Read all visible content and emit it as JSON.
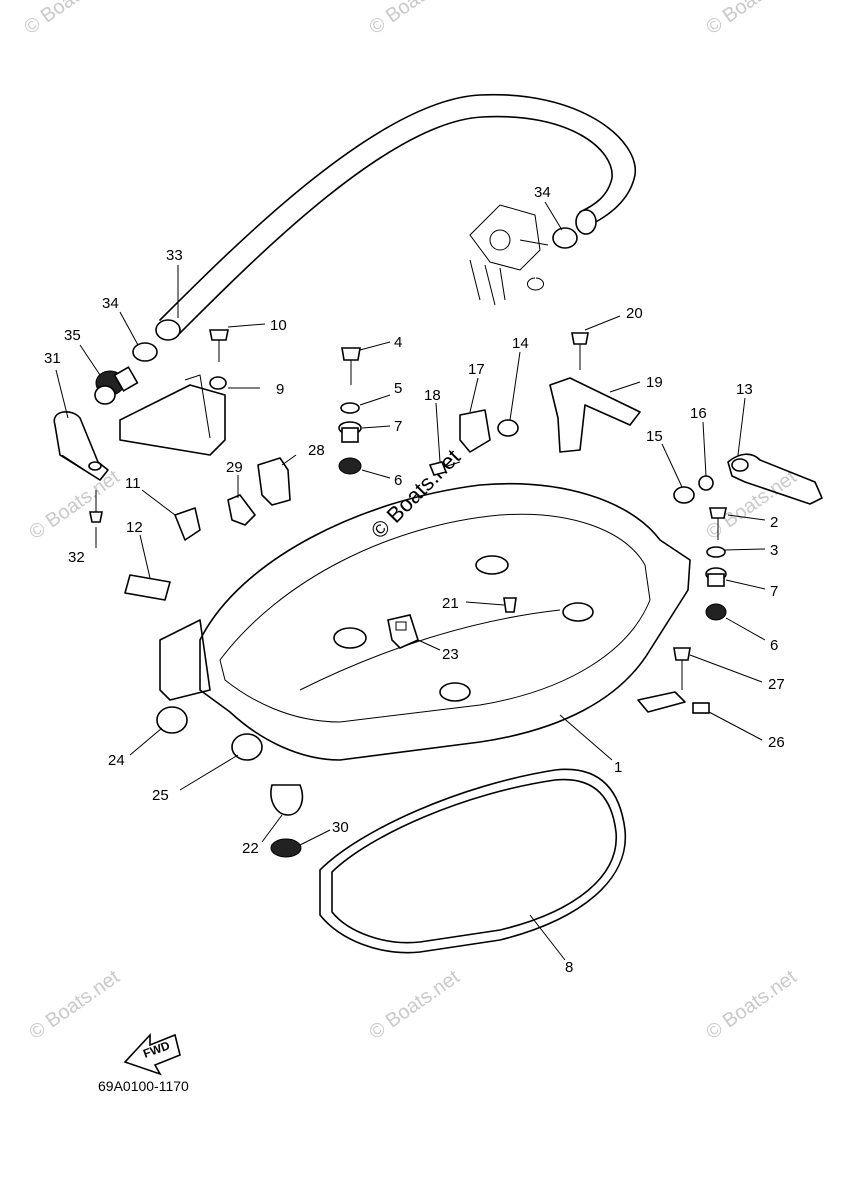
{
  "diagram": {
    "drawing_code": "69A0100-1170",
    "direction_label": "FWD",
    "watermark": "© Boats.net",
    "callouts": [
      {
        "id": "1",
        "text": "1"
      },
      {
        "id": "2",
        "text": "2"
      },
      {
        "id": "3",
        "text": "3"
      },
      {
        "id": "4",
        "text": "4"
      },
      {
        "id": "5",
        "text": "5"
      },
      {
        "id": "6a",
        "text": "6"
      },
      {
        "id": "6b",
        "text": "6"
      },
      {
        "id": "7a",
        "text": "7"
      },
      {
        "id": "7b",
        "text": "7"
      },
      {
        "id": "8",
        "text": "8"
      },
      {
        "id": "9",
        "text": "9"
      },
      {
        "id": "10",
        "text": "10"
      },
      {
        "id": "11",
        "text": "11"
      },
      {
        "id": "12",
        "text": "12"
      },
      {
        "id": "13",
        "text": "13"
      },
      {
        "id": "14",
        "text": "14"
      },
      {
        "id": "15",
        "text": "15"
      },
      {
        "id": "16",
        "text": "16"
      },
      {
        "id": "17",
        "text": "17"
      },
      {
        "id": "18",
        "text": "18"
      },
      {
        "id": "19",
        "text": "19"
      },
      {
        "id": "20",
        "text": "20"
      },
      {
        "id": "21",
        "text": "21"
      },
      {
        "id": "22",
        "text": "22"
      },
      {
        "id": "23",
        "text": "23"
      },
      {
        "id": "24",
        "text": "24"
      },
      {
        "id": "25",
        "text": "25"
      },
      {
        "id": "26",
        "text": "26"
      },
      {
        "id": "27",
        "text": "27"
      },
      {
        "id": "28",
        "text": "28"
      },
      {
        "id": "29",
        "text": "29"
      },
      {
        "id": "30",
        "text": "30"
      },
      {
        "id": "31",
        "text": "31"
      },
      {
        "id": "32",
        "text": "32"
      },
      {
        "id": "33",
        "text": "33"
      },
      {
        "id": "34a",
        "text": "34"
      },
      {
        "id": "34b",
        "text": "34"
      },
      {
        "id": "35",
        "text": "35"
      }
    ]
  }
}
